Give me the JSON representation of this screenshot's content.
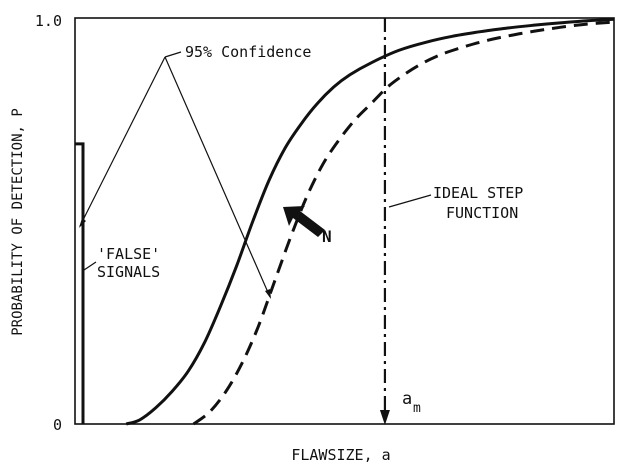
{
  "chart_data": {
    "type": "line",
    "title": "",
    "xlabel": "FLAWSIZE, a",
    "ylabel": "PROBABILITY OF DETECTION, P",
    "ylim": [
      0,
      1.0
    ],
    "xlim": [
      0,
      100
    ],
    "yticks": [
      {
        "value": 0,
        "label": "0"
      },
      {
        "value": 1.0,
        "label": "1.0"
      }
    ],
    "grid": false,
    "series": [
      {
        "style": "solid",
        "x": [
          9.5,
          12,
          15,
          18,
          21,
          24,
          27,
          30,
          33,
          36,
          39,
          42,
          45,
          48,
          51,
          55,
          60,
          65,
          70,
          75,
          80,
          85,
          90,
          95,
          100
        ],
        "y": [
          0,
          0.01,
          0.04,
          0.08,
          0.13,
          0.2,
          0.29,
          0.39,
          0.5,
          0.6,
          0.68,
          0.74,
          0.79,
          0.83,
          0.86,
          0.89,
          0.92,
          0.94,
          0.955,
          0.966,
          0.975,
          0.982,
          0.988,
          0.993,
          0.997
        ]
      },
      {
        "style": "dashed",
        "x": [
          22,
          25,
          28,
          31,
          34,
          37,
          40,
          43,
          46,
          49,
          52,
          55,
          58,
          61,
          64,
          67,
          70,
          75,
          80,
          85,
          90,
          95,
          100
        ],
        "y": [
          0,
          0.03,
          0.08,
          0.15,
          0.24,
          0.35,
          0.46,
          0.56,
          0.64,
          0.7,
          0.75,
          0.79,
          0.83,
          0.86,
          0.885,
          0.905,
          0.92,
          0.94,
          0.955,
          0.967,
          0.977,
          0.985,
          0.99
        ]
      },
      {
        "style": "dash-dot",
        "x": [
          57.5,
          57.5
        ],
        "y": [
          0,
          1.0
        ]
      }
    ],
    "false_signal_bar": {
      "x": 0,
      "y": 0.69
    },
    "annotations": [
      {
        "id": "confidence",
        "text": "95% Confidence"
      },
      {
        "id": "false1",
        "text": "'FALSE'"
      },
      {
        "id": "false2",
        "text": "SIGNALS"
      },
      {
        "id": "ideal1",
        "text": "IDEAL STEP"
      },
      {
        "id": "ideal2",
        "text": "FUNCTION"
      },
      {
        "id": "n",
        "text": "N"
      },
      {
        "id": "am_a",
        "text": "a"
      },
      {
        "id": "am_sub",
        "text": "m"
      }
    ]
  }
}
